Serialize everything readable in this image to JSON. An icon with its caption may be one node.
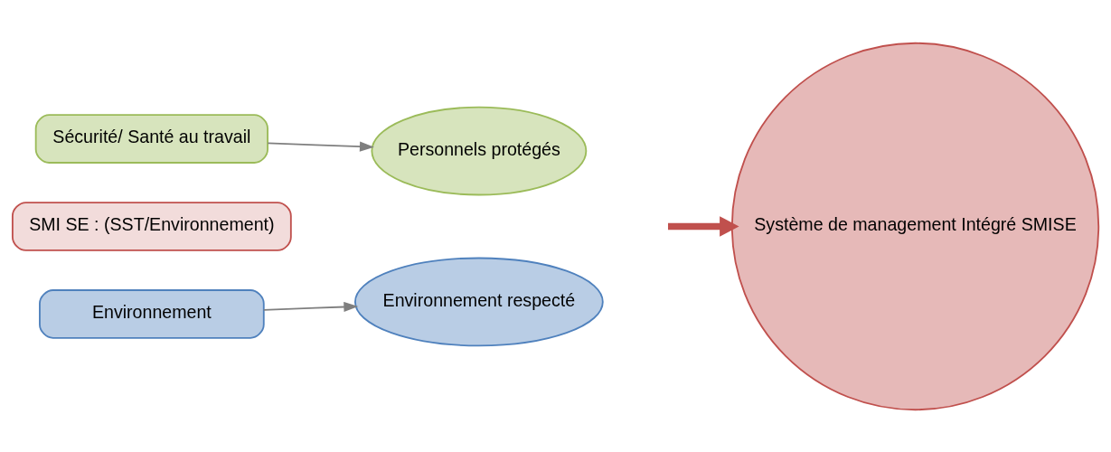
{
  "diagram": {
    "nodes": [
      {
        "text": [
          "SMI SE : (SST/Environnement)"
        ]
      },
      {
        "text": [
          "Sécurité/ Santé au travail"
        ]
      },
      {
        "text": [
          "Personnels protégés"
        ]
      },
      {
        "text": [
          "Environnement"
        ]
      },
      {
        "text": [
          "Environnement respecté"
        ]
      },
      {
        "text": [
          "Système de management Intégré SMISE"
        ]
      }
    ],
    "edges": [
      {
        "from": 1,
        "to": 2,
        "arrow": "to"
      },
      {
        "from": 3,
        "to": 4,
        "arrow": "to"
      },
      {
        "from": null,
        "to": 5,
        "arrow": "to",
        "style": "thick",
        "color": "#c0504d"
      }
    ]
  }
}
